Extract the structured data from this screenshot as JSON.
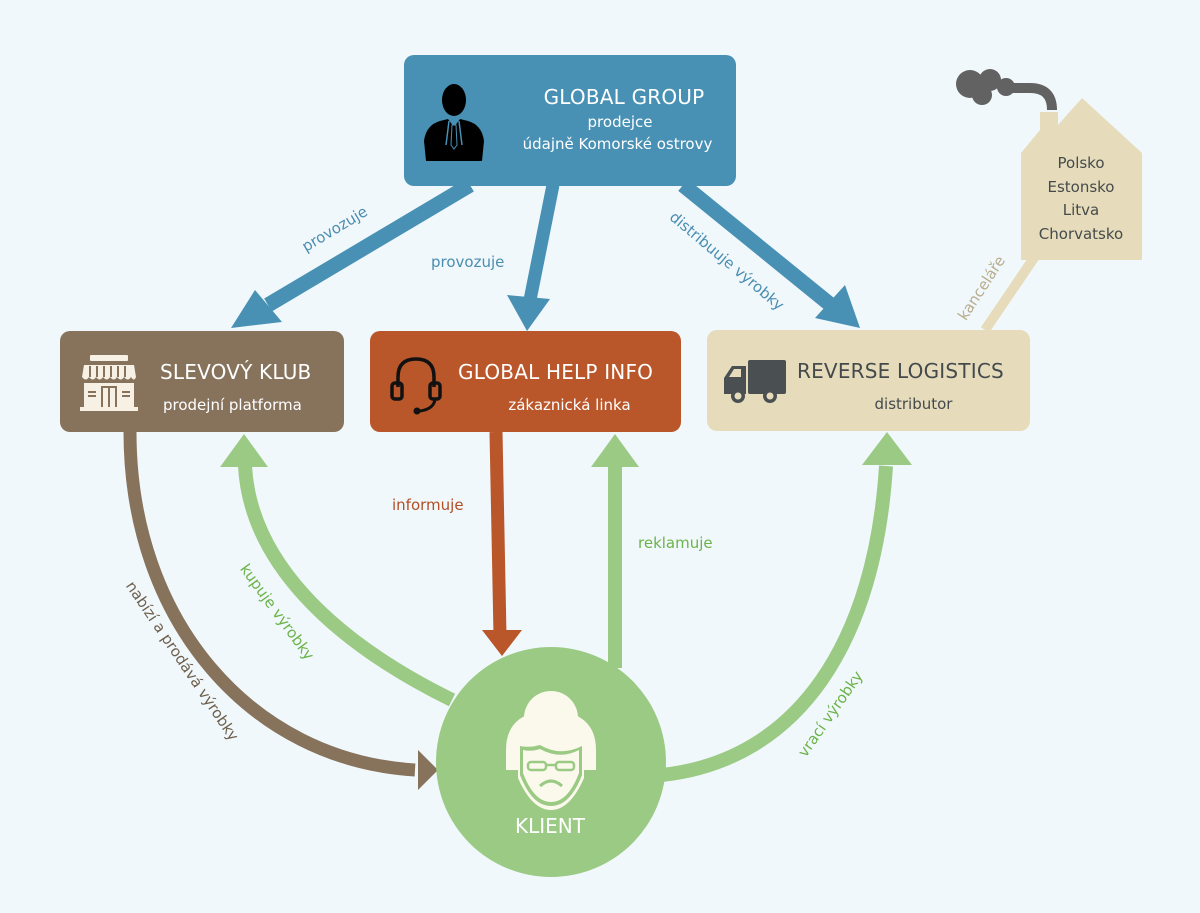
{
  "diagram": {
    "colors": {
      "background": "#f1f8fc",
      "blue": "#4891b4",
      "brown": "#87735c",
      "rust": "#b9562a",
      "beige": "#e6dcbc",
      "green": "#9bca84",
      "green_text": "#6cb34a",
      "dark_icon": "#4a4f51"
    },
    "nodes": {
      "global_group": {
        "title": "GLOBAL GROUP",
        "line1": "prodejce",
        "line2": "údajně Komorské ostrovy",
        "icon": "businessman-icon"
      },
      "slevovy_klub": {
        "title": "SLEVOVÝ KLUB",
        "subtitle": "prodejní platforma",
        "icon": "storefront-icon"
      },
      "global_help_info": {
        "title": "GLOBAL HELP INFO",
        "subtitle": "zákaznická linka",
        "icon": "headset-icon"
      },
      "reverse_logistics": {
        "title": "REVERSE LOGISTICS",
        "subtitle": "distributor",
        "icon": "truck-icon"
      },
      "offices": {
        "countries": [
          "Polsko",
          "Estonsko",
          "Litva",
          "Chorvatsko"
        ],
        "icon": "factory-house-icon"
      },
      "klient": {
        "title": "KLIENT",
        "icon": "grumpy-old-woman-icon"
      }
    },
    "edges": [
      {
        "from": "GLOBAL GROUP",
        "to": "SLEVOVÝ KLUB",
        "label": "provozuje"
      },
      {
        "from": "GLOBAL GROUP",
        "to": "GLOBAL HELP INFO",
        "label": "provozuje"
      },
      {
        "from": "GLOBAL GROUP",
        "to": "REVERSE LOGISTICS",
        "label": "distribuuje výrobky"
      },
      {
        "from": "REVERSE LOGISTICS",
        "to": "offices",
        "label": "kanceláře"
      },
      {
        "from": "GLOBAL HELP INFO",
        "to": "KLIENT",
        "label": "informuje"
      },
      {
        "from": "KLIENT",
        "to": "GLOBAL HELP INFO",
        "label": "reklamuje"
      },
      {
        "from": "SLEVOVÝ KLUB",
        "to": "KLIENT",
        "label": "nabízí a prodává výrobky"
      },
      {
        "from": "KLIENT",
        "to": "SLEVOVÝ KLUB",
        "label": "kupuje výrobky"
      },
      {
        "from": "KLIENT",
        "to": "REVERSE LOGISTICS",
        "label": "vrací výrobky"
      }
    ]
  }
}
